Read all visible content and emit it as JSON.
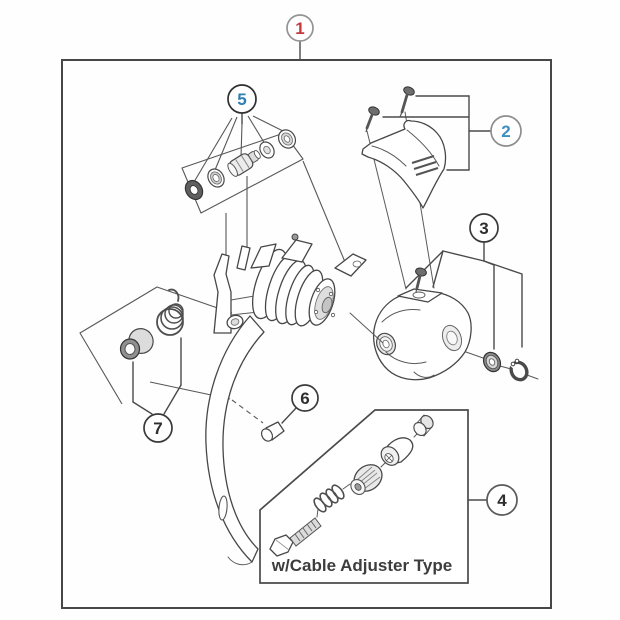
{
  "diagram": {
    "kind": "exploded-parts-diagram",
    "caption": "w/Cable Adjuster Type",
    "background": "#fefefe",
    "line_color": "#4a4a4a",
    "callouts": [
      {
        "label": "1",
        "color": "#c23a3d",
        "ring": "#949494"
      },
      {
        "label": "2",
        "color": "#3d8fc0",
        "ring": "#8d8d8d"
      },
      {
        "label": "3",
        "color": "#2e2e2e",
        "ring": "#3a3a3a"
      },
      {
        "label": "4",
        "color": "#2e2e2e",
        "ring": "#5a5a5a"
      },
      {
        "label": "5",
        "color": "#2f7fb2",
        "ring": "#2f2f2f"
      },
      {
        "label": "6",
        "color": "#2e2e2e",
        "ring": "#3a3a3a"
      },
      {
        "label": "7",
        "color": "#2e2e2e",
        "ring": "#3a3a3a"
      }
    ]
  }
}
